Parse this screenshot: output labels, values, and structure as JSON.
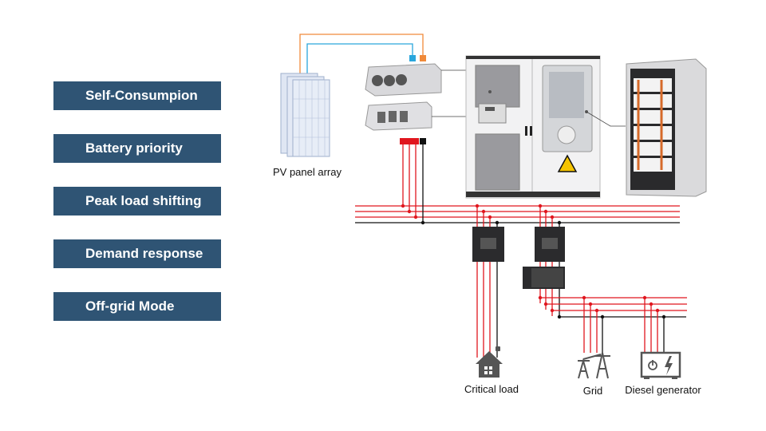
{
  "modes": [
    {
      "label": "Self-Consumpion"
    },
    {
      "label": "Battery priority"
    },
    {
      "label": "Peak load shifting"
    },
    {
      "label": "Demand response"
    },
    {
      "label": "Off-grid Mode"
    }
  ],
  "diagram": {
    "pv_label": "PV panel array",
    "critical_load_label": "Critical load",
    "grid_label": "Grid",
    "diesel_label": "Diesel generator"
  },
  "colors": {
    "button": "#2f5474",
    "phase_wire": "#e0161e",
    "neutral_wire": "#111111",
    "pv_positive": "#f08a3a",
    "pv_negative": "#2aa6dc",
    "icon": "#555555"
  }
}
